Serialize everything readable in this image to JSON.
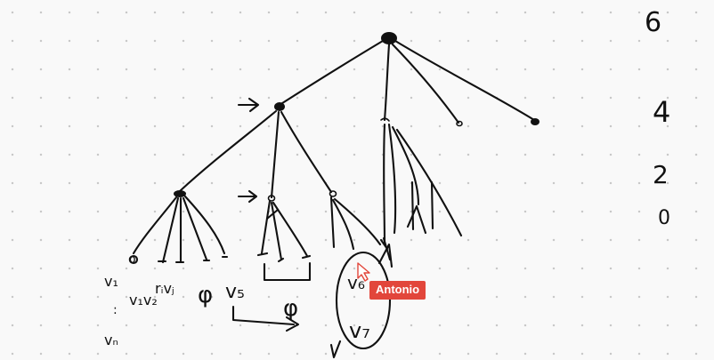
{
  "whiteboard": {
    "collaborator_cursor": {
      "name": "Antonio",
      "color": "#e2463b"
    },
    "level_labels": [
      "6",
      "4",
      "2",
      "0"
    ],
    "sketch_annotations": {
      "leaf_1": "o",
      "var_list_top": "v₁",
      "var_list_dots": ":",
      "var_list_bottom": "vₙ",
      "pair_left": "v₁v₂",
      "ri_rj": "rᵢvⱼ",
      "phi_1": "φ",
      "v5": "v₅",
      "phi_2": "φ",
      "v6": "v₆",
      "v7": "v₇"
    }
  }
}
